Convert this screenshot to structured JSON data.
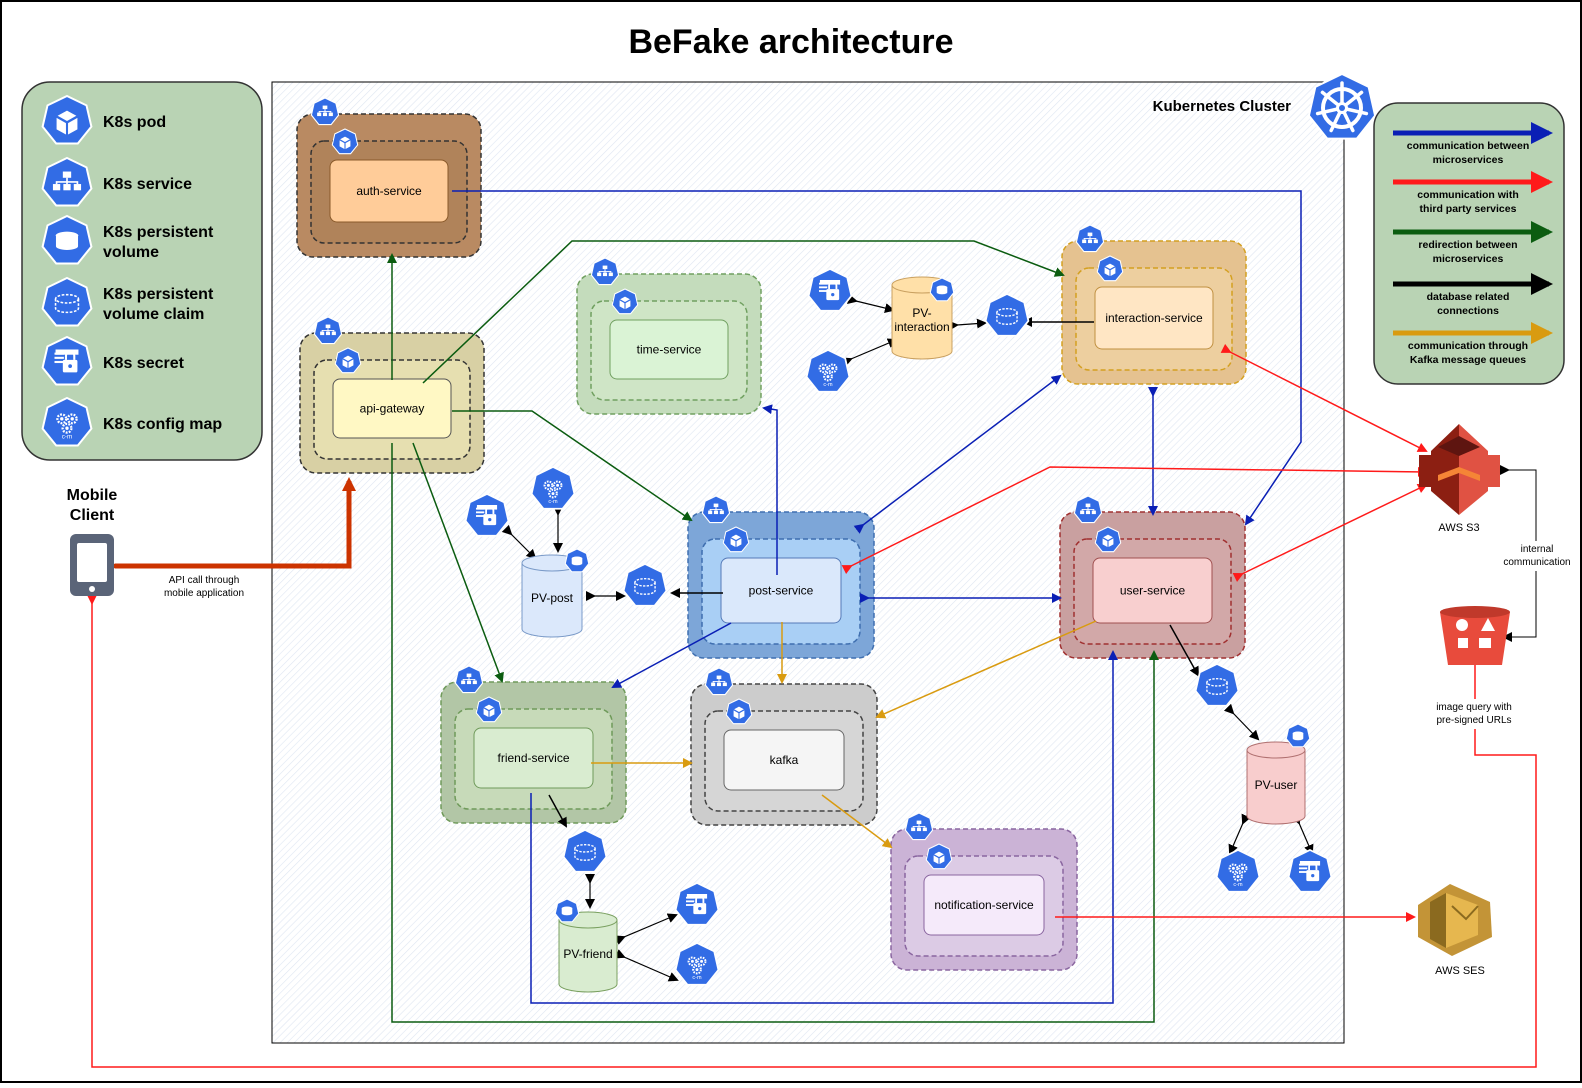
{
  "title": "BeFake architecture",
  "cluster": {
    "label": "Kubernetes Cluster",
    "icon": "kubernetes-helm-icon"
  },
  "legend_left": {
    "items": [
      {
        "icon": "k8s-pod-icon",
        "label_lines": [
          "K8s pod"
        ]
      },
      {
        "icon": "k8s-service-icon",
        "label_lines": [
          "K8s service"
        ]
      },
      {
        "icon": "k8s-persistent-volume-icon",
        "label_lines": [
          "K8s persistent",
          "volume"
        ]
      },
      {
        "icon": "k8s-persistent-volume-claim-icon",
        "label_lines": [
          "K8s persistent",
          "volume claim"
        ]
      },
      {
        "icon": "k8s-secret-icon",
        "label_lines": [
          "K8s secret"
        ]
      },
      {
        "icon": "k8s-config-map-icon",
        "label_lines": [
          "K8s config map"
        ]
      }
    ]
  },
  "legend_right": {
    "items": [
      {
        "color": "#0a1fb5",
        "label_lines": [
          "communication between",
          "microservices"
        ]
      },
      {
        "color": "#ff1a1a",
        "label_lines": [
          "communication with",
          "third party services"
        ]
      },
      {
        "color": "#0b5c10",
        "label_lines": [
          "redirection between",
          "microservices"
        ]
      },
      {
        "color": "#000000",
        "label_lines": [
          "database related",
          "connections"
        ]
      },
      {
        "color": "#d99b10",
        "label_lines": [
          "communication through",
          "Kafka message queues"
        ]
      }
    ]
  },
  "services": {
    "auth": {
      "label": "auth-service"
    },
    "api": {
      "label": "api-gateway"
    },
    "time": {
      "label": "time-service"
    },
    "interaction": {
      "label": "interaction-service"
    },
    "post": {
      "label": "post-service"
    },
    "user": {
      "label": "user-service"
    },
    "friend": {
      "label": "friend-service"
    },
    "kafka": {
      "label": "kafka"
    },
    "notification": {
      "label": "notification-service"
    }
  },
  "volumes": {
    "pv_interaction": {
      "label_lines": [
        "PV-",
        "interaction"
      ]
    },
    "pv_post": {
      "label_lines": [
        "PV-post"
      ]
    },
    "pv_user": {
      "label_lines": [
        "PV-user"
      ]
    },
    "pv_friend": {
      "label_lines": [
        "PV-friend"
      ]
    }
  },
  "external": {
    "mobile": {
      "label_lines": [
        "Mobile",
        "Client"
      ]
    },
    "s3": {
      "label": "AWS S3"
    },
    "ses": {
      "label": "AWS SES"
    }
  },
  "edge_labels": {
    "api_call": [
      "API call through",
      "mobile application"
    ],
    "internal": [
      "internal",
      "communication"
    ],
    "image_query": [
      "image query with",
      "pre-signed URLs"
    ]
  },
  "icon_label_cm": "c-m",
  "colors": {
    "blue": "#0a1fb5",
    "red": "#ff1a1a",
    "green": "#0b5c10",
    "black": "#000000",
    "orange": "#d99b10",
    "k8s_blue": "#326ce5",
    "legend_bg": "#b9d3b4"
  }
}
